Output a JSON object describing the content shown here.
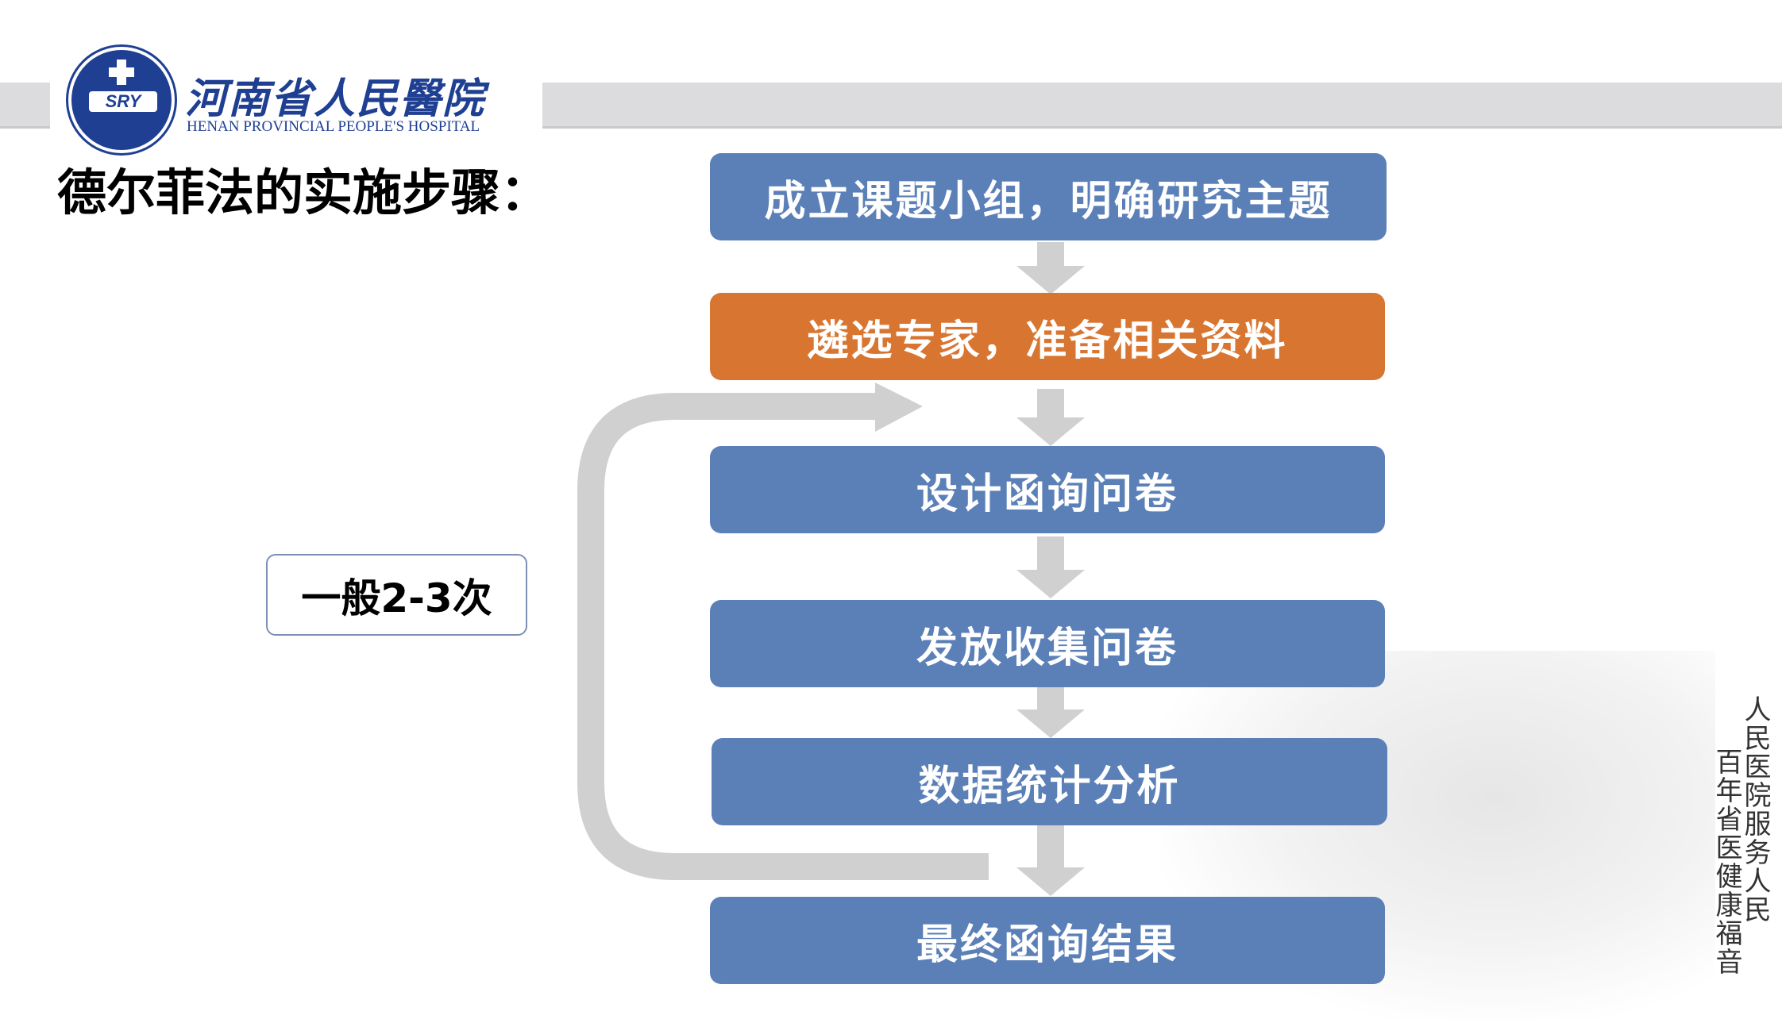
{
  "logo": {
    "badge_text": "SRY",
    "name_cn": "河南省人民醫院",
    "name_en": "HENAN PROVINCIAL PEOPLE'S HOSPITAL"
  },
  "title": "德尔菲法的实施步骤：",
  "steps": [
    "成立课题小组，明确研究主题",
    "遴选专家，准备相关资料",
    "设计函询问卷",
    "发放收集问卷",
    "数据统计分析",
    "最终函询结果"
  ],
  "loop_label": "一般2-3次",
  "slogan": {
    "col1": "人民医院服务人民",
    "col2": "百年省医健康福音"
  },
  "colors": {
    "step": "#5b80b8",
    "highlight": "#d87531",
    "brand": "#1f3f93"
  }
}
